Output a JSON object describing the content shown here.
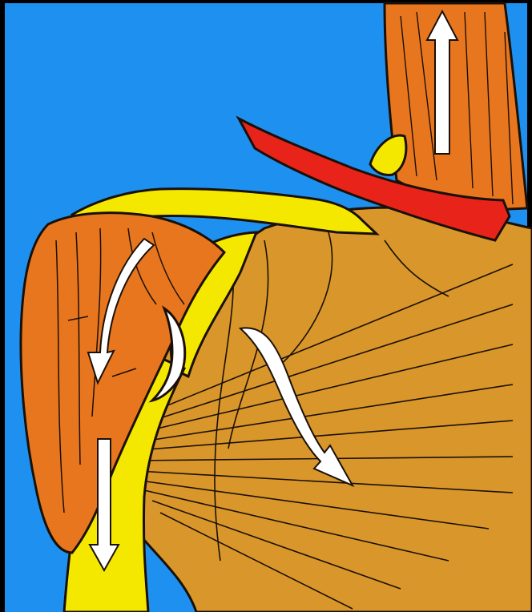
{
  "illustration": {
    "subject": "shoulder-muscle-anatomy-diagram",
    "colors": {
      "frame": "#0a0a0a",
      "background": "#1e90f0",
      "deltoid": "#e8761e",
      "trapezius": "#e8761e",
      "pectoral": "#d9962a",
      "bone": "#f5e800",
      "tendon_accent": "#e8231a",
      "arrow": "#ffffff",
      "outline": "#1a1008"
    },
    "arrows": [
      {
        "name": "upward-arrow",
        "direction": "up"
      },
      {
        "name": "curved-down-arrow-left",
        "direction": "down"
      },
      {
        "name": "straight-down-arrow",
        "direction": "down"
      },
      {
        "name": "curved-down-right-arrow",
        "direction": "down-right"
      }
    ]
  }
}
